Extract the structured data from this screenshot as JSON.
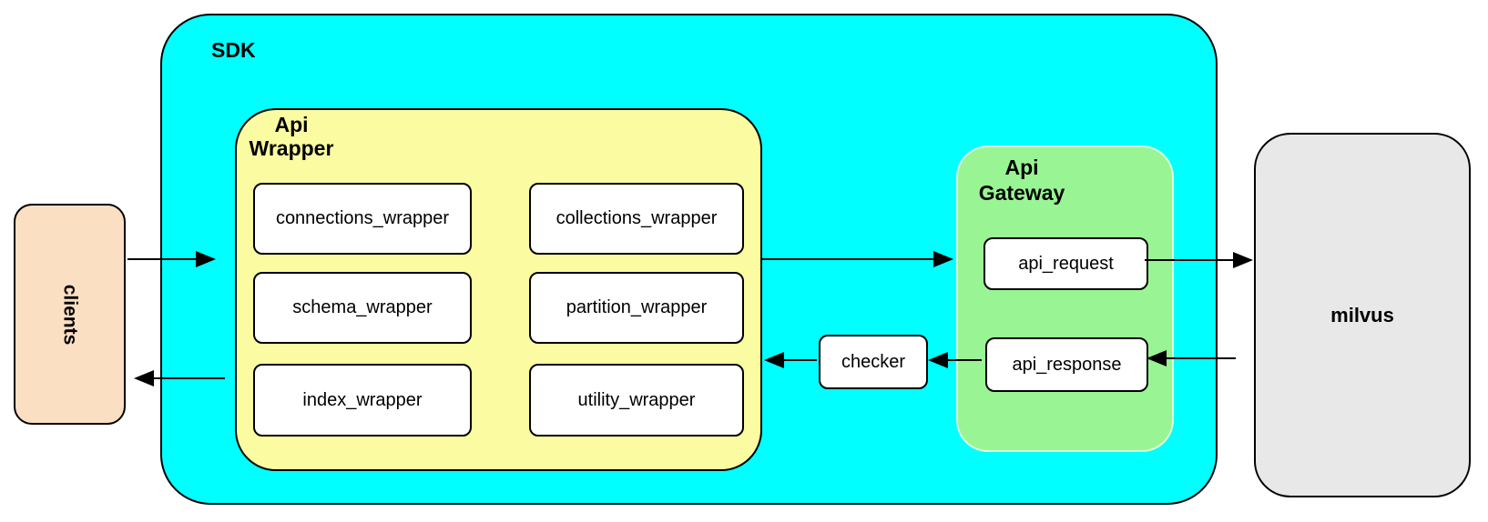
{
  "nodes": {
    "clients": "clients",
    "sdk_label": "SDK",
    "api_wrapper": {
      "line1": "Api",
      "line2": "Wrapper",
      "boxes": [
        {
          "label": "connections_wrapper"
        },
        {
          "label": "collections_wrapper"
        },
        {
          "label": "schema_wrapper"
        },
        {
          "label": "partition_wrapper"
        },
        {
          "label": "index_wrapper"
        },
        {
          "label": "utility_wrapper"
        }
      ]
    },
    "checker": "checker",
    "api_gateway": {
      "line1": "Api",
      "line2": "Gateway",
      "request": "api_request",
      "response": "api_response"
    },
    "milvus": "milvus"
  },
  "colors": {
    "clients_fill": "#fbdfc2",
    "sdk_fill": "#00ffff",
    "api_wrapper_fill": "#fbfba1",
    "api_gateway_fill": "#99f593",
    "milvus_fill": "#e8e8e8",
    "box_fill": "#ffffff",
    "outline": "#000000"
  }
}
